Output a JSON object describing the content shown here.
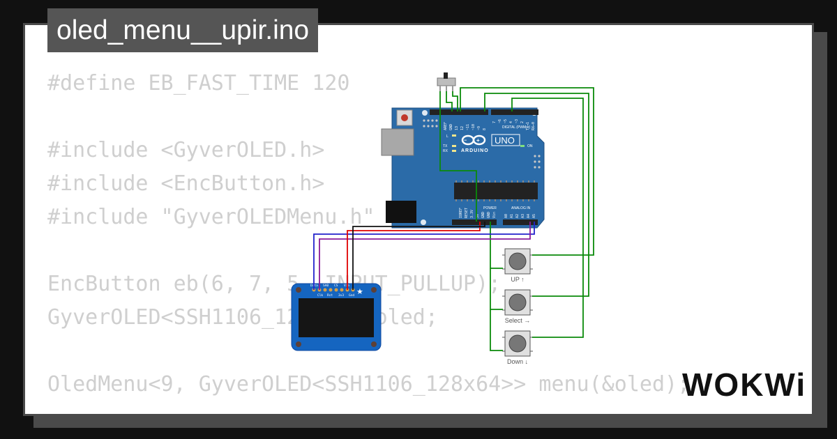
{
  "title": "oled_menu__upir.ino",
  "code_lines": [
    "#define EB_FAST_TIME 120",
    "",
    "#include <GyverOLED.h>",
    "#include <EncButton.h>",
    "#include \"GyverOLEDMenu.h\"",
    "",
    "EncButton eb(6, 7, 5, INPUT_PULLUP);",
    "GyverOLED<SSH1106_128x64> oled;",
    "",
    "OledMenu<9, GyverOLED<SSH1106_128x64>> menu(&oled);"
  ],
  "board": {
    "name": "UNO",
    "brand": "ARDUINO",
    "digital_header": "DIGITAL (PWM ~)",
    "power_header": "POWER",
    "analog_header": "ANALOG IN",
    "on_label": "ON",
    "l_label": "L",
    "tx_label": "TX",
    "rx_label": "RX",
    "digital_pins": [
      "AREF",
      "GND",
      "13",
      "12",
      "~11",
      "~10",
      "~9",
      "8",
      "7",
      "~6",
      "~5",
      "4",
      "~3",
      "2",
      "TX→1",
      "RX←0"
    ],
    "power_pins": [
      "IOREF",
      "RESET",
      "3.3V",
      "5V",
      "GND",
      "GND",
      "Vin"
    ],
    "analog_pins": [
      "A0",
      "A1",
      "A2",
      "A3",
      "A4",
      "A5"
    ]
  },
  "oled": {
    "pins": [
      "Data",
      "Clk",
      "SA0",
      "Rst",
      "CS",
      "3v3",
      "Vin",
      "Gnd"
    ]
  },
  "buttons": [
    {
      "label": "UP ↑"
    },
    {
      "label": "Select →"
    },
    {
      "label": "Down ↓"
    }
  ],
  "brand": "WOKWi",
  "colors": {
    "board": "#2b6ba8",
    "oled": "#1565c0",
    "wire_green": "#0a8a0a",
    "wire_red": "#e00000",
    "wire_black": "#111111",
    "wire_blue": "#2222cc",
    "wire_purple": "#8a1a9a"
  }
}
